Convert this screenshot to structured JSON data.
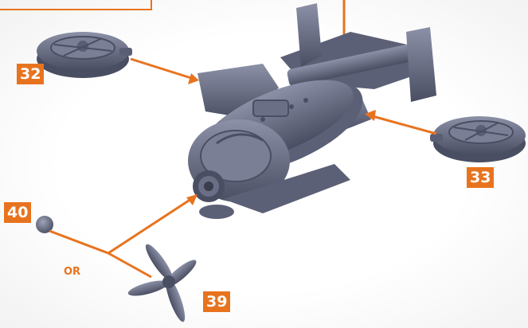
{
  "callouts": [
    {
      "id": "32",
      "label": "32"
    },
    {
      "id": "33",
      "label": "33"
    },
    {
      "id": "39",
      "label": "39"
    },
    {
      "id": "40",
      "label": "40"
    }
  ],
  "or_label": "OR",
  "colors": {
    "accent": "#e8731e",
    "model": "#6a6f86",
    "model_shadow": "#4a4e62",
    "model_highlight": "#8c91a8"
  },
  "icons": [
    "rotor-disc",
    "gunship-body",
    "propeller",
    "nose-cap-ball"
  ]
}
